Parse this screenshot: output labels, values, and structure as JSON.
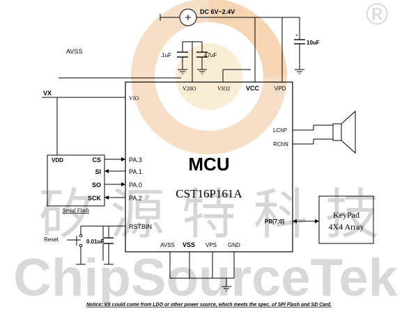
{
  "watermark": {
    "brand": "ChipSourceTek",
    "chinese": "矽 源 特 科 技",
    "registered_mark": "®",
    "colors": {
      "ring": "#f6dcc0",
      "inner": "#f8e6b8",
      "text": "#d9d9d9"
    }
  },
  "labels": {
    "power_supply": "DC 6V~2.4V",
    "avss_top": "AVSS",
    "cap_01": ".1uF",
    "cap_47": "47uF",
    "cap_10": "10uF",
    "cap_polarity": "+",
    "vx": "VX",
    "vdd": "VDD",
    "serial_flash": "Serial Flash",
    "reset": "Reset",
    "cap_reset": "0.01uF",
    "keypad_line1": "KeyPad",
    "keypad_line2": "4X4 Array",
    "notice": "Notice: VX could come from LDO or other power source, which meets the spec. of SPI Flash and SD Card."
  },
  "mcu": {
    "title": "MCU",
    "part": "CST16P161A",
    "pins": {
      "v28o": "V28O",
      "vio2": "VIO2",
      "vcc": "VCC",
      "vpd": "VPD",
      "vio": "VIO",
      "lchp": "LChP",
      "rchn": "RChN",
      "pa3": "PA.3",
      "pa1": "PA.1",
      "pa0": "PA.0",
      "pa2": "PA.2",
      "rstbin": "RSTBIN",
      "pb": "PB[7:0]",
      "avss": "AVSS",
      "vss": "VSS",
      "vps": "VPS",
      "gnd": "GND"
    }
  },
  "flash_pins": {
    "cs": "CS",
    "si": "SI",
    "so": "SO",
    "sck": "SCK"
  }
}
